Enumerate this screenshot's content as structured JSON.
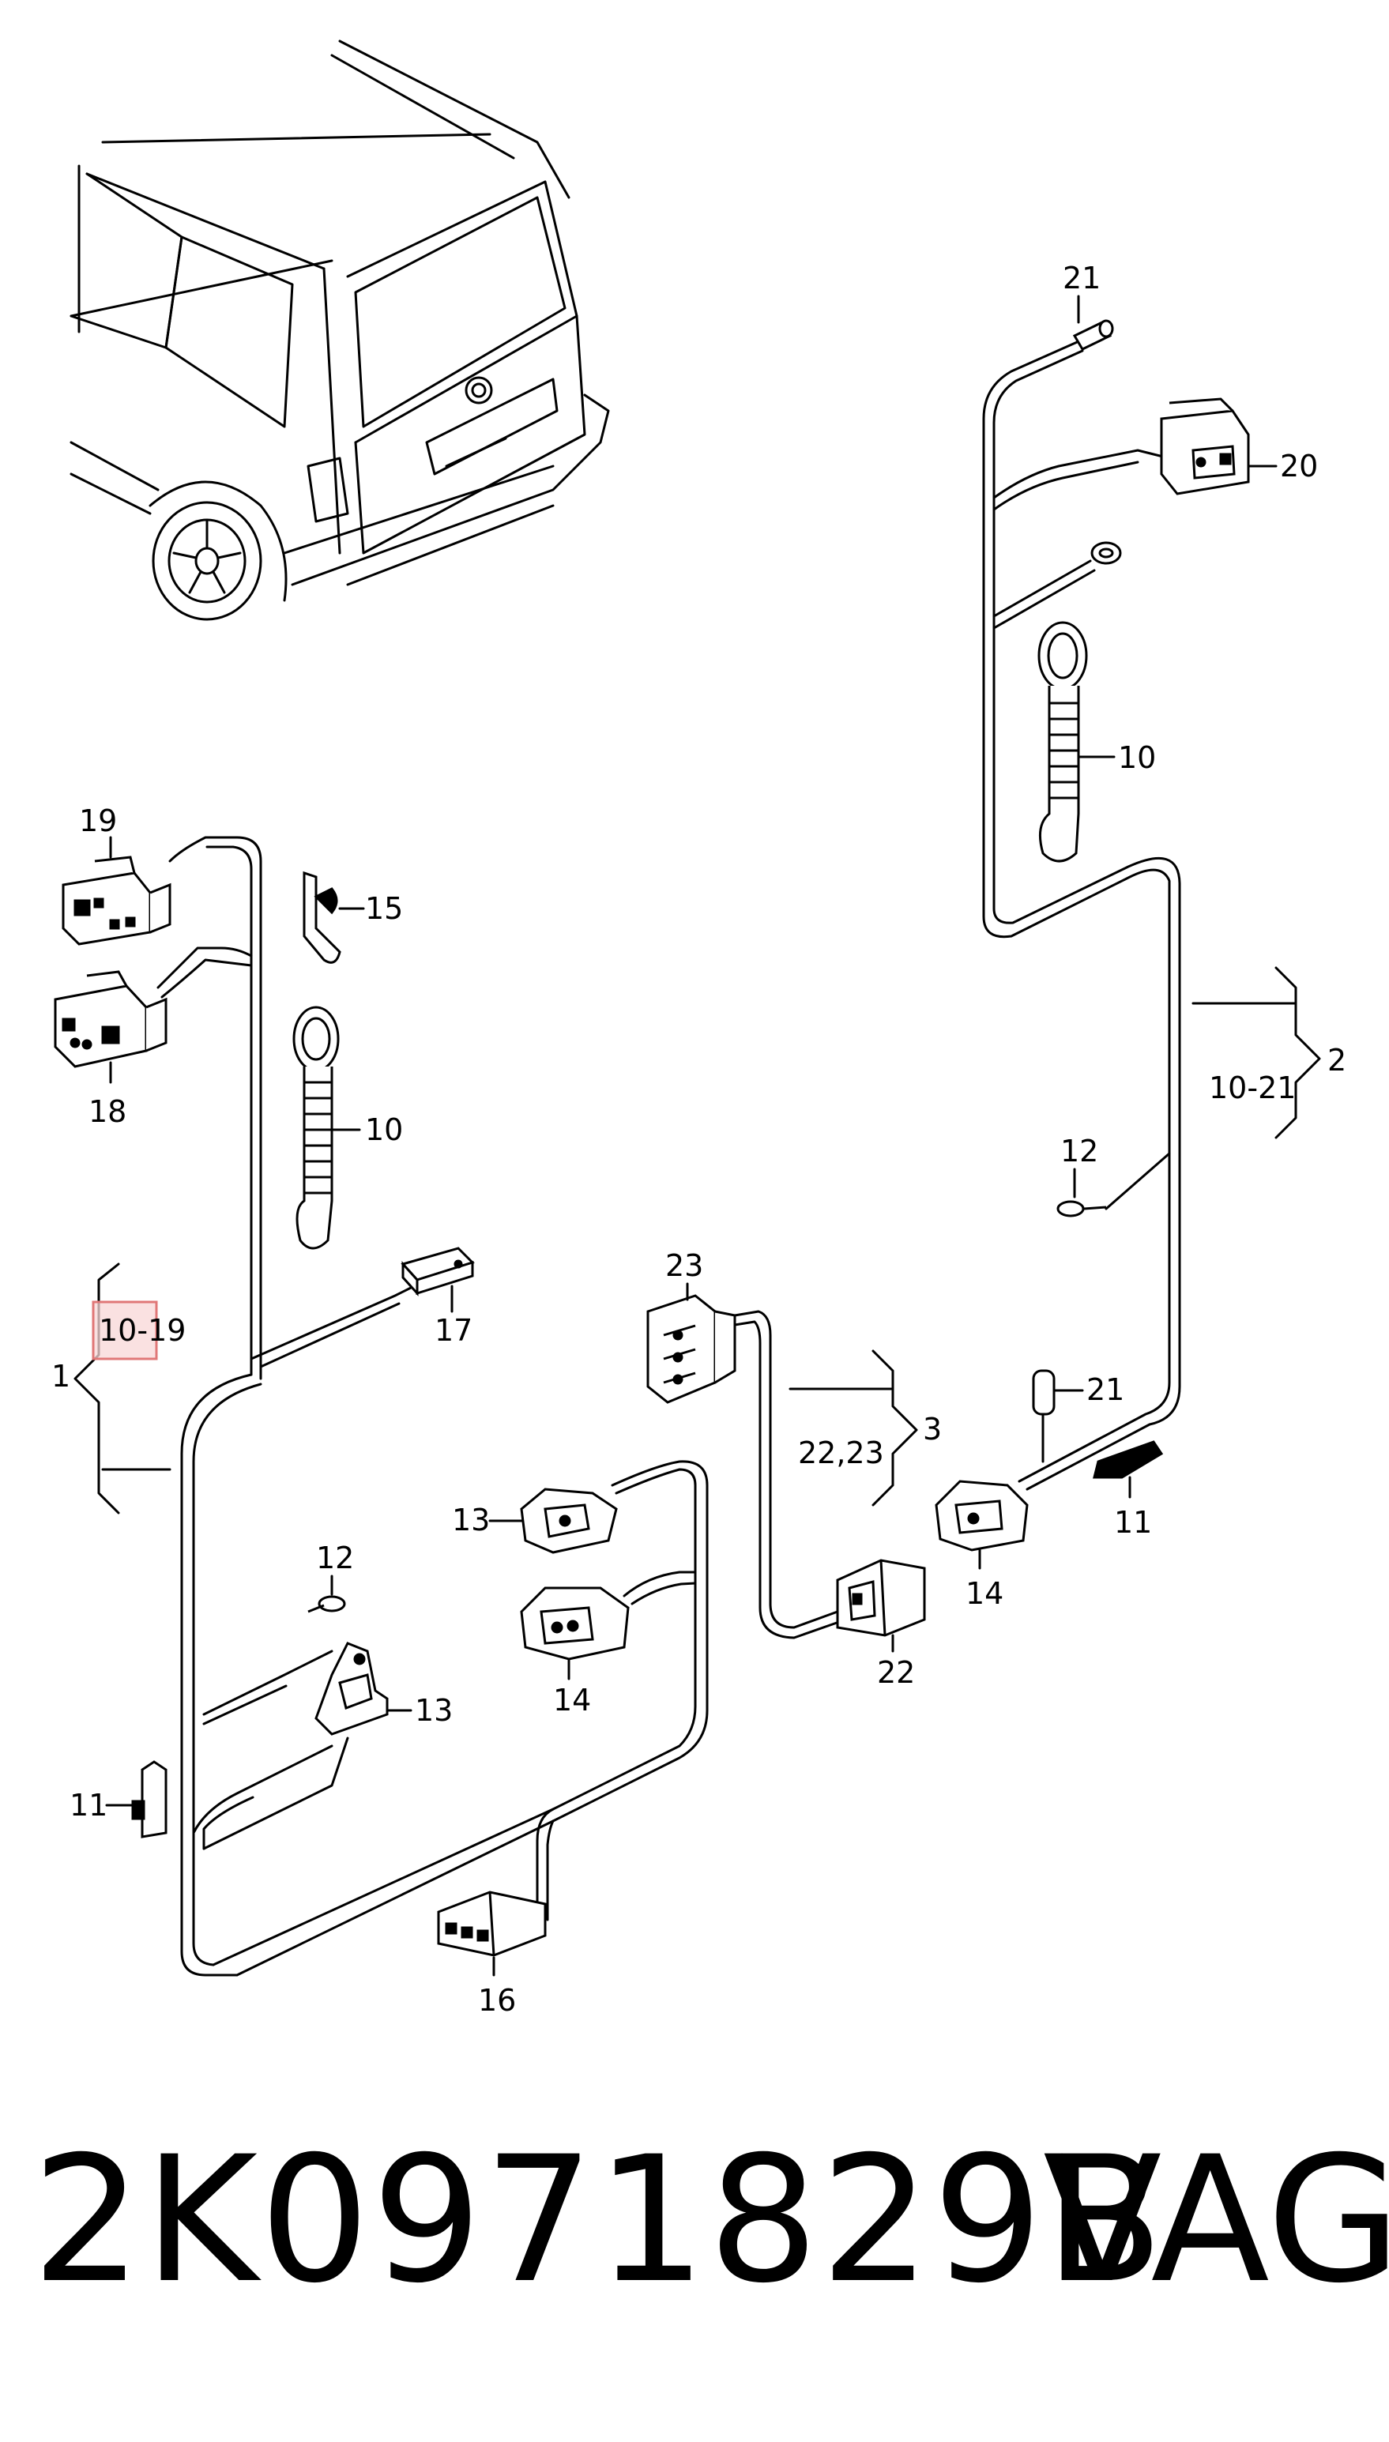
{
  "labels": {
    "l1": "1",
    "l2": "2",
    "l3": "3",
    "r10_19": "10-19",
    "r10_21": "10-21",
    "r22_23": "22,23",
    "c10a": "10",
    "c10b": "10",
    "c11a": "11",
    "c11b": "11",
    "c12a": "12",
    "c12b": "12",
    "c13a": "13",
    "c13b": "13",
    "c14a": "14",
    "c14b": "14",
    "c15": "15",
    "c16": "16",
    "c17": "17",
    "c18": "18",
    "c19": "19",
    "c20": "20",
    "c21a": "21",
    "c21b": "21",
    "c22": "22",
    "c23": "23"
  },
  "footer": {
    "part_number": "2K0971829B",
    "brand": "VAG"
  },
  "colors": {
    "line": "#000000",
    "highlight_fill": "#f8d7d7",
    "highlight_stroke": "#e07777"
  }
}
